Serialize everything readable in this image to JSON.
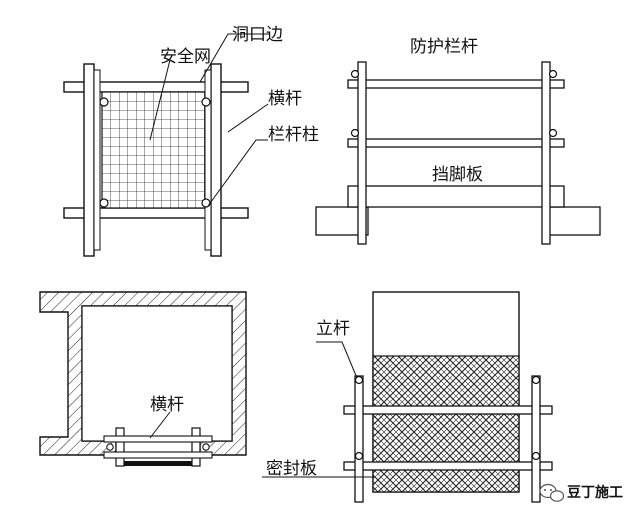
{
  "diagram": {
    "top_left": {
      "labels": {
        "edge": "洞口边",
        "net": "安全网",
        "crossbar": "横杆",
        "post": "栏杆柱"
      }
    },
    "top_right": {
      "labels": {
        "railing": "防护栏杆",
        "toeboard": "挡脚板"
      }
    },
    "bottom_left": {
      "labels": {
        "crossbar": "横杆"
      }
    },
    "bottom_right": {
      "labels": {
        "upright": "立杆",
        "seal": "密封板"
      }
    }
  },
  "watermark": {
    "icon": "wechat-icon",
    "text": "豆丁施工"
  }
}
